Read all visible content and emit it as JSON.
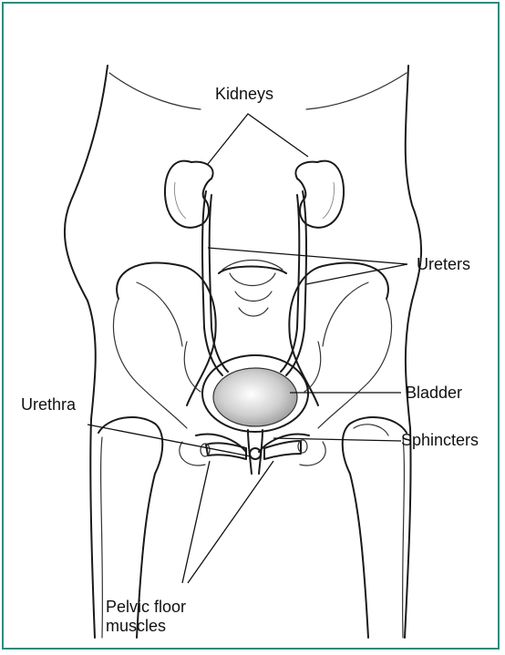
{
  "labels": {
    "kidneys": "Kidneys",
    "ureters": "Ureters",
    "bladder": "Bladder",
    "urethra": "Urethra",
    "sphincters": "Sphincters",
    "pelvic_floor_line1": "Pelvic floor",
    "pelvic_floor_line2": "muscles"
  },
  "colors": {
    "frame": "#2e8b7c",
    "bladder_fill": "#c8c8c8"
  }
}
